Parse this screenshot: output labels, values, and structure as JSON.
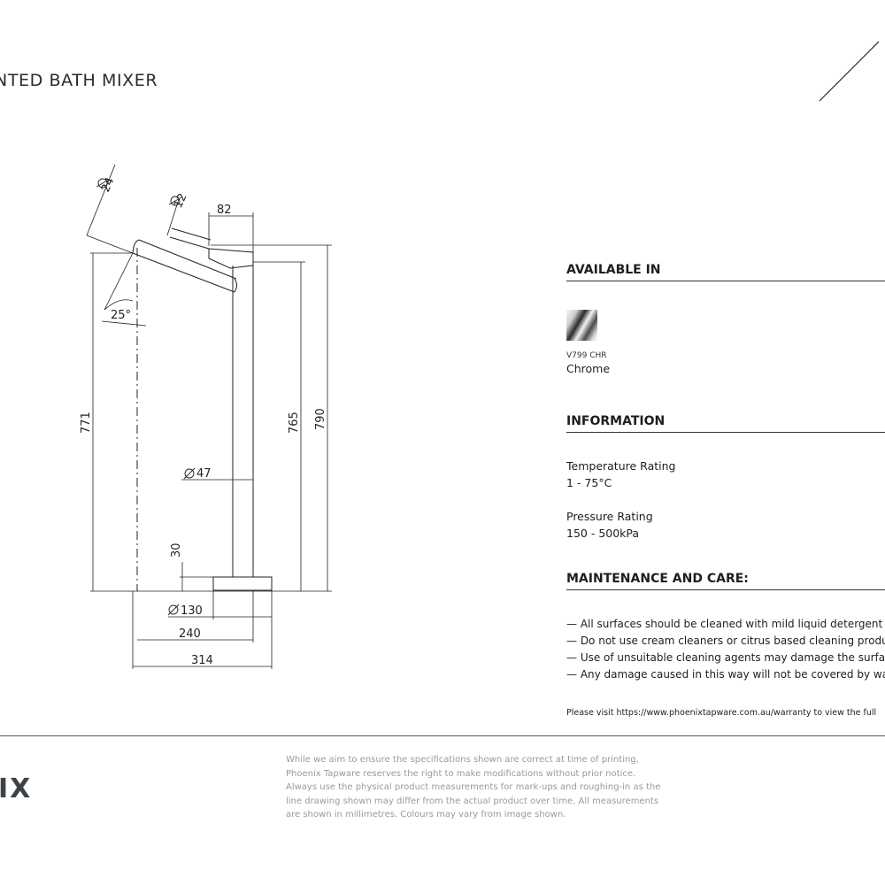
{
  "title": "NTED BATH MIXER",
  "drawing": {
    "dimensions": {
      "spout_dia": "24",
      "handle_dia": "12",
      "handle_length": "82",
      "angle": "25°",
      "height_771": "771",
      "height_765": "765",
      "height_790": "790",
      "body_dia": "47",
      "base_height": "30",
      "base_dia": "130",
      "reach_240": "240",
      "reach_314": "314"
    }
  },
  "available": {
    "heading": "AVAILABLE IN",
    "swatch_icon": "chrome-swatch-icon",
    "code": "V799 CHR",
    "finish": "Chrome"
  },
  "information": {
    "heading": "INFORMATION",
    "temperature_label": "Temperature Rating",
    "temperature_value": "1 - 75°C",
    "pressure_label": "Pressure Rating",
    "pressure_value": "150 - 500kPa"
  },
  "maintenance": {
    "heading": "MAINTENANCE AND CARE:",
    "items": [
      "— All surfaces should be cleaned with mild liquid detergent or",
      "— Do not use cream cleaners or citrus based cleaning products,",
      "— Use of unsuitable cleaning agents may damage the surface.",
      "— Any damage caused in this way will not be covered by warrar"
    ],
    "warranty": "Please visit https://www.phoenixtapware.com.au/warranty to view the full"
  },
  "footer": {
    "logo": "IX",
    "disclaimer": "While we aim to ensure the specifications shown are correct at time of printing,\nPhoenix Tapware reserves the right to make modifications without prior notice.\nAlways use the physical product measurements for mark-ups and roughing-in as the\nline drawing shown may differ from the actual product over time. All measurements\nare shown in millimetres. Colours may vary from image shown."
  }
}
